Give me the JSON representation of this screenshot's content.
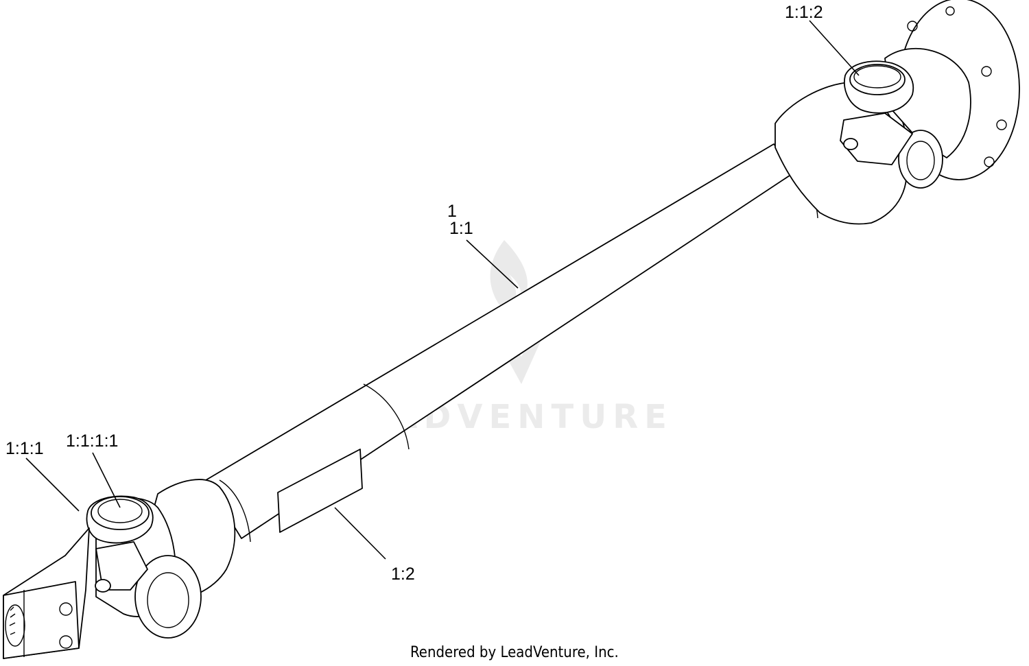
{
  "diagram": {
    "callouts": {
      "c1": "1",
      "c11": "1:1",
      "c111": "1:1:1",
      "c1111": "1:1:1:1",
      "c112": "1:1:2",
      "c12": "1:2"
    },
    "watermark": "LEADVENTURE",
    "footer": "Rendered by LeadVenture, Inc."
  }
}
